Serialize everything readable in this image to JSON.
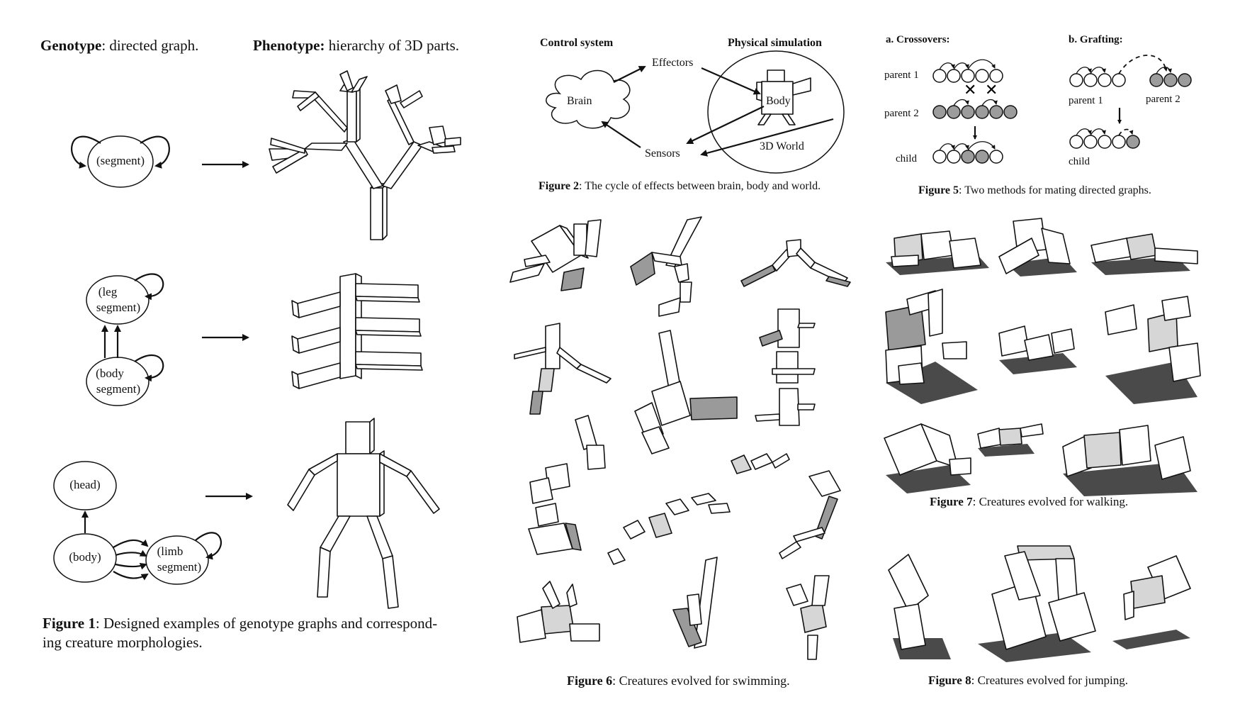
{
  "figure1": {
    "genotype_bold": "Genotype",
    "genotype_rest": ": directed graph.",
    "phenotype_bold": "Phenotype:",
    "phenotype_rest": " hierarchy of 3D parts.",
    "nodes": {
      "segment": "(segment)",
      "leg_segment_1": "(leg",
      "leg_segment_2": "segment)",
      "body_segment_1": "(body",
      "body_segment_2": "segment)",
      "head": "(head)",
      "body": "(body)",
      "limb_segment_1": "(limb",
      "limb_segment_2": "segment)"
    },
    "caption_bold": "Figure 1",
    "caption_line1": ": Designed examples of genotype graphs and correspond-",
    "caption_line2": "ing creature morphologies."
  },
  "figure2": {
    "control_system": "Control system",
    "physical_simulation": "Physical simulation",
    "effectors": "Effectors",
    "brain": "Brain",
    "body": "Body",
    "sensors": "Sensors",
    "world": "3D World",
    "caption_bold": "Figure 2",
    "caption_rest": ": The cycle of effects between brain, body and world."
  },
  "figure5": {
    "crossovers": "a. Crossovers:",
    "grafting": "b. Grafting:",
    "parent1": "parent 1",
    "parent2": "parent 2",
    "child": "child",
    "g_parent1": "parent 1",
    "g_parent2": "parent 2",
    "g_child": "child",
    "caption_bold": "Figure 5",
    "caption_rest": ": Two methods for mating directed graphs."
  },
  "figure6": {
    "caption_bold": "Figure 6",
    "caption_rest": ": Creatures evolved for swimming."
  },
  "figure7": {
    "caption_bold": "Figure 7",
    "caption_rest": ": Creatures evolved for walking."
  },
  "figure8": {
    "caption_bold": "Figure 8",
    "caption_rest": ": Creatures evolved for jumping."
  }
}
